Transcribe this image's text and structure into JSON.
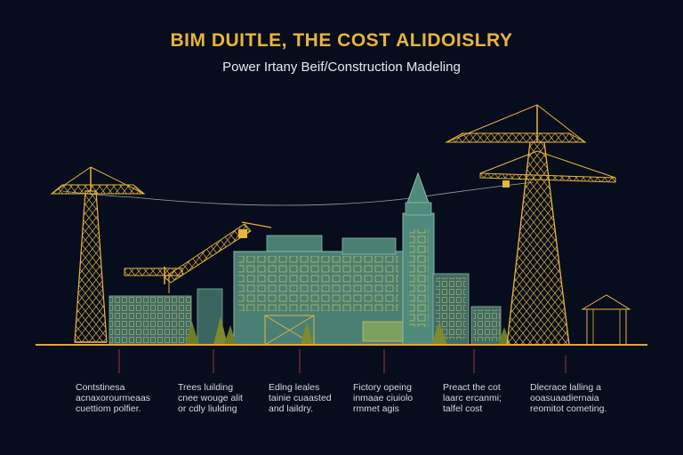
{
  "header": {
    "title": "BIM DUITLE, THE COST ALIDOISLRY",
    "subtitle": "Power Irtany Beif/Construction Madeling"
  },
  "colors": {
    "background": "#070d1d",
    "accent_yellow": "#e8b53c",
    "building_fill": "#4a7f74",
    "ground_line": "#e0a832",
    "marker_red": "#a3333a",
    "text_light": "#d6d8de"
  },
  "captions": [
    {
      "line1": "Contstinesa",
      "line2": "acnaxorourmeaas",
      "line3": "cuettiom polfier."
    },
    {
      "line1": "Trees luilding",
      "line2": "cnee wouge alit",
      "line3": "or cdly liulding"
    },
    {
      "line1": "Edlng leales",
      "line2": "tainie cuaasted",
      "line3": "and laildry."
    },
    {
      "line1": "Fictory opeing",
      "line2": "inmaae ciuiolo",
      "line3": "rmmet agis"
    },
    {
      "line1": "Preact the cot",
      "line2": "laarc ercanmi;",
      "line3": "talfel cost"
    },
    {
      "line1": "Dlecrace lalling a",
      "line2": "ooasuaadiernaia",
      "line3": "reomitot cometing."
    }
  ]
}
